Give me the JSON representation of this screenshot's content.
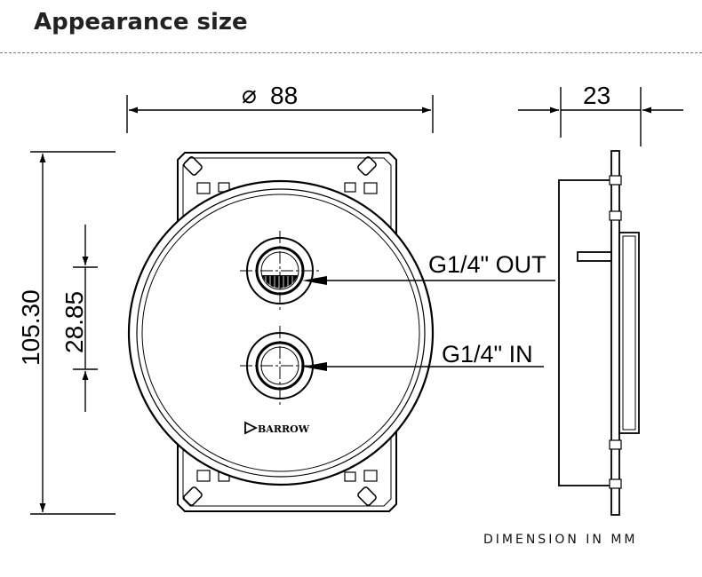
{
  "header": {
    "title": "Appearance size"
  },
  "dimensions": {
    "diameter_symbol": "⌀",
    "diameter": "88",
    "thickness": "23",
    "height": "105.30",
    "port_spacing": "28.85"
  },
  "ports": {
    "out_label": "G1/4\" OUT",
    "in_label": "G1/4\" IN"
  },
  "logo": {
    "text": "BARROW"
  },
  "footer": {
    "note": "DIMENSION IN MM"
  }
}
